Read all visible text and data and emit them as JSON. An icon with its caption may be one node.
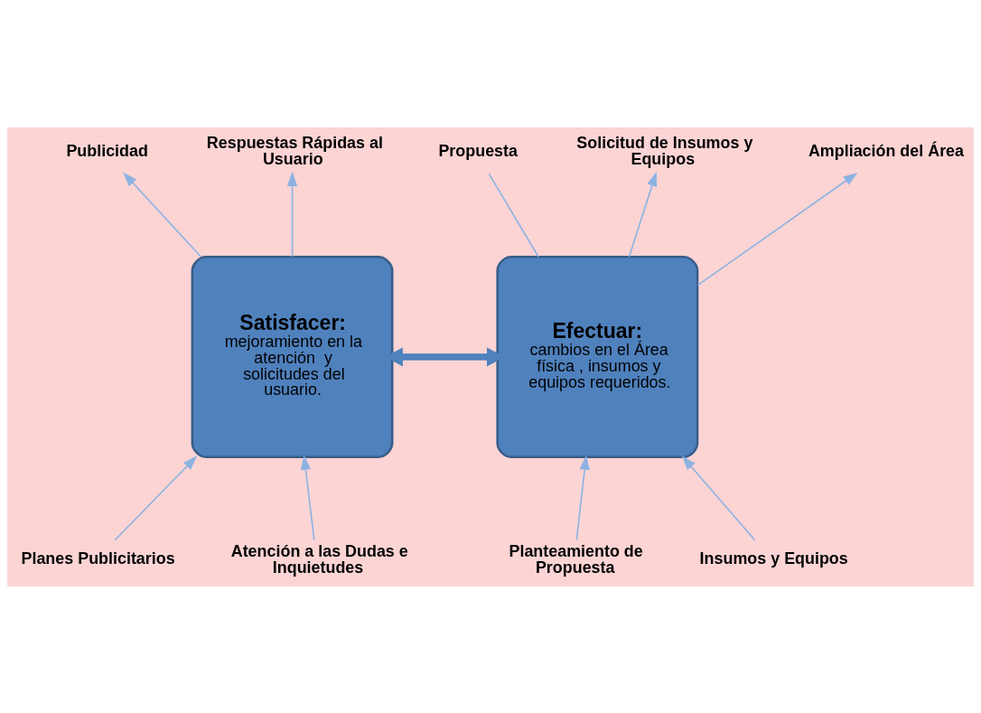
{
  "diagram": {
    "nodes": [
      {
        "text": [
          "Satisfacer:",
          "mejoramiento en la atención  y solicitudes del usuario."
        ]
      },
      {
        "text": [
          "Efectuar:",
          "cambios en el Área física , insumos y equipos requeridos."
        ]
      },
      {
        "text": [
          "Publicidad"
        ]
      },
      {
        "text": [
          "Respuestas Rápidas al Usuario"
        ]
      },
      {
        "text": [
          "Planes Publicitarios"
        ]
      },
      {
        "text": [
          "Atención a las Dudas e Inquietudes"
        ]
      },
      {
        "text": [
          "Propuesta"
        ]
      },
      {
        "text": [
          "Solicitud de Insumos y Equipos"
        ]
      },
      {
        "text": [
          "Ampliación del Área"
        ]
      },
      {
        "text": [
          "Planteamiento de Propuesta"
        ]
      },
      {
        "text": [
          "Insumos y Equipos"
        ]
      }
    ],
    "edges": [
      {
        "from": 0,
        "to": 3,
        "arrow": "to"
      },
      {
        "from": 0,
        "to": 2,
        "arrow": "to"
      },
      {
        "from": 4,
        "to": 0,
        "arrow": "to"
      },
      {
        "from": 5,
        "to": 0,
        "arrow": "to"
      },
      {
        "from": 0,
        "to": 1,
        "arrow": "both",
        "style": "thick",
        "color": "#4f81bd"
      },
      {
        "from": 1,
        "to": 6,
        "arrow": "none"
      },
      {
        "from": 1,
        "to": 7,
        "arrow": "to"
      },
      {
        "from": 1,
        "to": 8,
        "arrow": "to"
      },
      {
        "from": 9,
        "to": 1,
        "arrow": "to"
      },
      {
        "from": 10,
        "to": 1,
        "arrow": "to"
      }
    ]
  }
}
